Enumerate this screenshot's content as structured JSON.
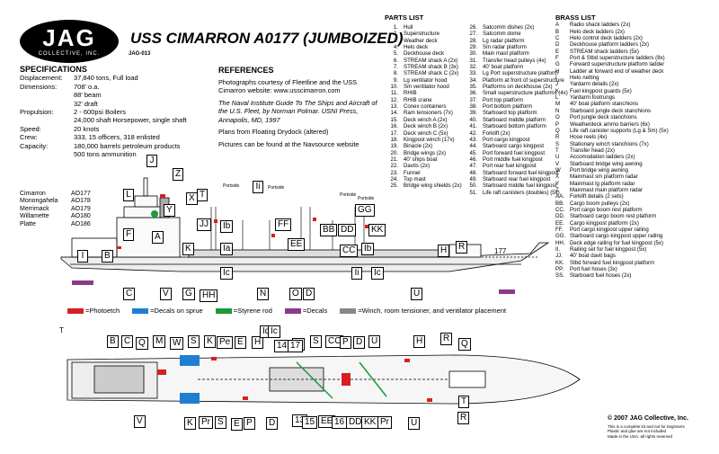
{
  "logo": {
    "brand": "JAG",
    "sub": "COLLECTIVE, INC."
  },
  "title": "USS CIMARRON A0177 (JUMBOIZED)",
  "kit_no": "JAG-013",
  "specs": {
    "heading": "SPECIFICATIONS",
    "rows": [
      {
        "k": "Displacement:",
        "v": "37,840 tons, Full load"
      },
      {
        "k": "Dimensions:",
        "v": "708' o.a."
      },
      {
        "k": "",
        "v": "88' beam"
      },
      {
        "k": "",
        "v": "32' draft"
      },
      {
        "k": "Propulsion:",
        "v": "2 - 600psi Boilers"
      },
      {
        "k": "",
        "v": "24,000 shaft Horsepower, single shaft"
      },
      {
        "k": "Speed:",
        "v": "20 knots"
      },
      {
        "k": "Crew:",
        "v": "333, 15 officers, 318 enlisted"
      },
      {
        "k": "Capacity:",
        "v": "180,000 barrels petroleum products"
      },
      {
        "k": "",
        "v": "500 tons ammunition"
      }
    ]
  },
  "sisters": [
    {
      "k": "Cimarron",
      "v": "AO177"
    },
    {
      "k": "Monongahela",
      "v": "AO178"
    },
    {
      "k": "Merrimack",
      "v": "AO179"
    },
    {
      "k": "Willamette",
      "v": "AO180"
    },
    {
      "k": "Platte",
      "v": "AO186"
    }
  ],
  "refs": {
    "heading": "REFERENCES",
    "p1": "Photographs courtesy of Fleetline and the USS Cimarron website: www.usscimarron.com",
    "p2": "The Naval Institute Guide To The Ships and Aircraft of the U.S. Fleet, by Norman Polmar. USNI Press, Annapolis, MD, 1997",
    "p3": "Plans from Floating Drydock (altered)",
    "p4": "Pictures can be found at the Navsource website"
  },
  "parts": {
    "heading": "PARTS LIST",
    "col1": [
      {
        "n": "1.",
        "t": "Hull"
      },
      {
        "n": "2.",
        "t": "Superstructure"
      },
      {
        "n": "3.",
        "t": "Weather deck"
      },
      {
        "n": "4.",
        "t": "Helo deck"
      },
      {
        "n": "5.",
        "t": "Deckhouse deck"
      },
      {
        "n": "6.",
        "t": "STREAM shack A (2x)"
      },
      {
        "n": "7.",
        "t": "STREAM shack B (3x)"
      },
      {
        "n": "8.",
        "t": "STREAM shack C (2x)"
      },
      {
        "n": "9.",
        "t": "Lg ventilator hood"
      },
      {
        "n": "10.",
        "t": "Sm ventilator hood"
      },
      {
        "n": "11.",
        "t": "RHIB"
      },
      {
        "n": "12.",
        "t": "RHIB crane"
      },
      {
        "n": "13.",
        "t": "Conex containers"
      },
      {
        "n": "14.",
        "t": "Ram tensioners (7x)"
      },
      {
        "n": "15.",
        "t": "Deck winch A (2x)"
      },
      {
        "n": "16.",
        "t": "Deck winch B (2x)"
      },
      {
        "n": "17.",
        "t": "Deck winch C (5x)"
      },
      {
        "n": "18.",
        "t": "Kingpost winch (17x)"
      },
      {
        "n": "19.",
        "t": "Binacle (2x)"
      },
      {
        "n": "20.",
        "t": "Bridge wings (2x)"
      },
      {
        "n": "21.",
        "t": "40' ships boat"
      },
      {
        "n": "22.",
        "t": "Davits (2x)"
      },
      {
        "n": "23.",
        "t": "Funnel"
      },
      {
        "n": "24.",
        "t": "Top mast"
      },
      {
        "n": "25.",
        "t": "Bridge wing shields (2x)"
      }
    ],
    "col2": [
      {
        "n": "26.",
        "t": "Satcomm dishes (2x)"
      },
      {
        "n": "27.",
        "t": "Satcomm dome"
      },
      {
        "n": "28.",
        "t": "Lg radar platform"
      },
      {
        "n": "29.",
        "t": "Sm radar platform"
      },
      {
        "n": "30.",
        "t": "Main mast platform"
      },
      {
        "n": "31.",
        "t": "Transfer head pulleys (4x)"
      },
      {
        "n": "32.",
        "t": "40' boat platform"
      },
      {
        "n": "33.",
        "t": "Lg Port superstructure platform"
      },
      {
        "n": "34.",
        "t": "Platform at front of superstructure"
      },
      {
        "n": "35.",
        "t": "Platforms on deckhouse (2x)"
      },
      {
        "n": "36.",
        "t": "Small superstructure platforms (4x)"
      },
      {
        "n": "37.",
        "t": "Port top platform"
      },
      {
        "n": "38.",
        "t": "Port bottom platform"
      },
      {
        "n": "39.",
        "t": "Starboard top platform"
      },
      {
        "n": "40.",
        "t": "Starboard middle platform"
      },
      {
        "n": "41.",
        "t": "Starboard bottom platform"
      },
      {
        "n": "42.",
        "t": "Forklift (2x)"
      },
      {
        "n": "43.",
        "t": "Port cargo kingpost"
      },
      {
        "n": "44.",
        "t": "Starboard cargo kingpost"
      },
      {
        "n": "45.",
        "t": "Port forward fuel kingpost"
      },
      {
        "n": "46.",
        "t": "Port middle fuel kingpost"
      },
      {
        "n": "47.",
        "t": "Port rear fuel kingpost"
      },
      {
        "n": "48.",
        "t": "Starboard forward fuel kingpost"
      },
      {
        "n": "49.",
        "t": "Starboard rear fuel kingpost"
      },
      {
        "n": "50.",
        "t": "Starboard middle fuel kingpost"
      },
      {
        "n": "51.",
        "t": "Life raft canisters (doubles) (5x)"
      }
    ]
  },
  "brass": {
    "heading": "BRASS LIST",
    "items": [
      {
        "n": "A",
        "t": "Radio shack ladders (2x)"
      },
      {
        "n": "B",
        "t": "Helo deck ladders (2x)"
      },
      {
        "n": "C",
        "t": "Helo control deck ladders (2x)"
      },
      {
        "n": "D",
        "t": "Deckhouse platform ladders (2x)"
      },
      {
        "n": "E",
        "t": "STREAM shack ladders (5x)"
      },
      {
        "n": "F",
        "t": "Port & Stbd superstructure ladders (8x)"
      },
      {
        "n": "G",
        "t": "Forward superstructure platform ladder"
      },
      {
        "n": "H",
        "t": "Ladder at forward end of weather deck"
      },
      {
        "n": "I",
        "t": "Helo netting"
      },
      {
        "n": "J",
        "t": "Yardarm details (2x)"
      },
      {
        "n": "K",
        "t": "Fuel kingpost guards (5x)"
      },
      {
        "n": "L",
        "t": "Yardarm footrungs"
      },
      {
        "n": "M",
        "t": "40' boat platform stanchions"
      },
      {
        "n": "N",
        "t": "Starboard jungle deck stanchions"
      },
      {
        "n": "O",
        "t": "Port jungle deck stanchions"
      },
      {
        "n": "P",
        "t": "Weatherdeck ammo barriers (6x)"
      },
      {
        "n": "Q",
        "t": "Life raft canister supports (Lg & Sm) (5x)"
      },
      {
        "n": "R",
        "t": "Hose reels (4x)"
      },
      {
        "n": "S",
        "t": "Stationary winch stanchions (7x)"
      },
      {
        "n": "T",
        "t": "Transfer head (2x)"
      },
      {
        "n": "U",
        "t": "Accomodation ladders (2x)"
      },
      {
        "n": "V",
        "t": "Starboard bridge wing awning"
      },
      {
        "n": "W",
        "t": "Port bridge wing awning"
      },
      {
        "n": "X",
        "t": "Mainmast sm platform radar"
      },
      {
        "n": "Y",
        "t": "Mainmast lg platform radar"
      },
      {
        "n": "Z",
        "t": "Mainmast main platform radar"
      },
      {
        "n": "AA.",
        "t": "Forklift details (2 sets)"
      },
      {
        "n": "BB.",
        "t": "Cargo boom pulleys (2x)"
      },
      {
        "n": "CC.",
        "t": "Port cargo boom rest platform"
      },
      {
        "n": "DD.",
        "t": "Starboard cargo boom rest platform"
      },
      {
        "n": "EE.",
        "t": "Cargo kingpost platform (2x)"
      },
      {
        "n": "FF.",
        "t": "Port cargo kingpost upper railing"
      },
      {
        "n": "GG.",
        "t": "Starboard cargo kingpost upper railing"
      },
      {
        "n": "HH.",
        "t": "Deck edge railing for fuel kingpost (5x)"
      },
      {
        "n": "II.",
        "t": "Railing set for fuel kingpost (5x)"
      },
      {
        "n": "JJ.",
        "t": "40' boat davit bags"
      },
      {
        "n": "KK.",
        "t": "Stbd forward fuel kingpost platform"
      },
      {
        "n": "PP.",
        "t": "Port fuel hoses (3x)"
      },
      {
        "n": "SS.",
        "t": "Starboard fuel hoses (2x)"
      }
    ]
  },
  "legend": [
    {
      "label": "=Photoetch",
      "color": "#d62020"
    },
    {
      "label": "=Decals on sprue",
      "color": "#1e7fd0"
    },
    {
      "label": "=Styrene rod",
      "color": "#1a9a3a"
    },
    {
      "label": "=Decals",
      "color": "#8b3a8b"
    },
    {
      "label": "=Winch, room tensioner, and ventilator placement",
      "color": "#888888"
    }
  ],
  "side_labels": [
    "J",
    "Z",
    "X",
    "L",
    "Y",
    "A",
    "B",
    "I",
    "C",
    "V",
    "G",
    "HH",
    "N",
    "D",
    "U",
    "F",
    "K",
    "T",
    "JJ",
    "Ii",
    "Ib",
    "Ia",
    "Ic",
    "FF",
    "EE",
    "BB",
    "R",
    "O",
    "GG",
    "DD",
    "CC",
    "KK",
    "H",
    "Ii",
    "Ib",
    "Ic"
  ],
  "portside": "Portside",
  "top_mark": "T",
  "top_labels": [
    "B",
    "C",
    "Q",
    "M",
    "W",
    "S",
    "K",
    "Pe",
    "E",
    "H",
    "Id",
    "O",
    "S",
    "CC",
    "P",
    "D",
    "U",
    "H",
    "R",
    "Q",
    "V",
    "K",
    "Pr",
    "S",
    "E",
    "P",
    "D",
    "U",
    "R",
    "T",
    "Ic",
    "14",
    "17",
    "13",
    "15",
    "EE",
    "16",
    "DD",
    "KK",
    "Pr"
  ],
  "hull_no": "177",
  "copyright": "© 2007 JAG Collective, Inc.",
  "fine": [
    "This is a complete kit and not for beginners",
    "Plastic and glue are not included",
    "Made in the USA, all rights reserved"
  ]
}
